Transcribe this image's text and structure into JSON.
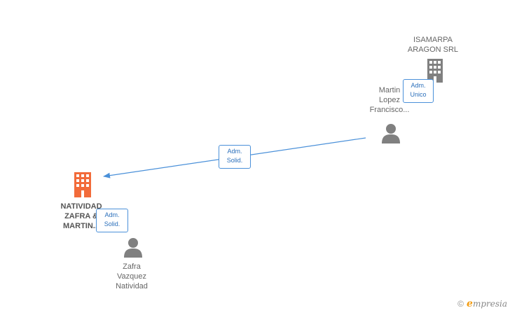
{
  "nodes": {
    "isamarpa": {
      "name_lines": [
        "ISAMARPA",
        "ARAGON SRL"
      ],
      "type": "company",
      "icon": "building-icon",
      "color": "#808080"
    },
    "martin": {
      "name_lines": [
        "Martin",
        "Lopez",
        "Francisco..."
      ],
      "type": "person",
      "icon": "person-icon",
      "color": "#808080"
    },
    "natividad_company": {
      "name_lines": [
        "NATIVIDAD",
        "ZAFRA &",
        "MARTIN..."
      ],
      "type": "company",
      "icon": "building-icon",
      "color": "#f26b3a",
      "highlight": true
    },
    "zafra": {
      "name_lines": [
        "Zafra",
        "Vazquez",
        "Natividad"
      ],
      "type": "person",
      "icon": "person-icon",
      "color": "#808080"
    }
  },
  "edges": [
    {
      "from": "martin",
      "to": "isamarpa",
      "role_lines": [
        "Adm.",
        "Unico"
      ]
    },
    {
      "from": "martin",
      "to": "natividad_company",
      "role_lines": [
        "Adm.",
        "Solid."
      ]
    },
    {
      "from": "zafra",
      "to": "natividad_company",
      "role_lines": [
        "Adm.",
        "Solid."
      ]
    }
  ],
  "colors": {
    "edge": "#4a90d9",
    "badge_border": "#4a90d9",
    "badge_text": "#2a6fbb"
  },
  "footer": {
    "copyright_symbol": "©",
    "brand_initial": "e",
    "brand_rest": "mpresia"
  }
}
